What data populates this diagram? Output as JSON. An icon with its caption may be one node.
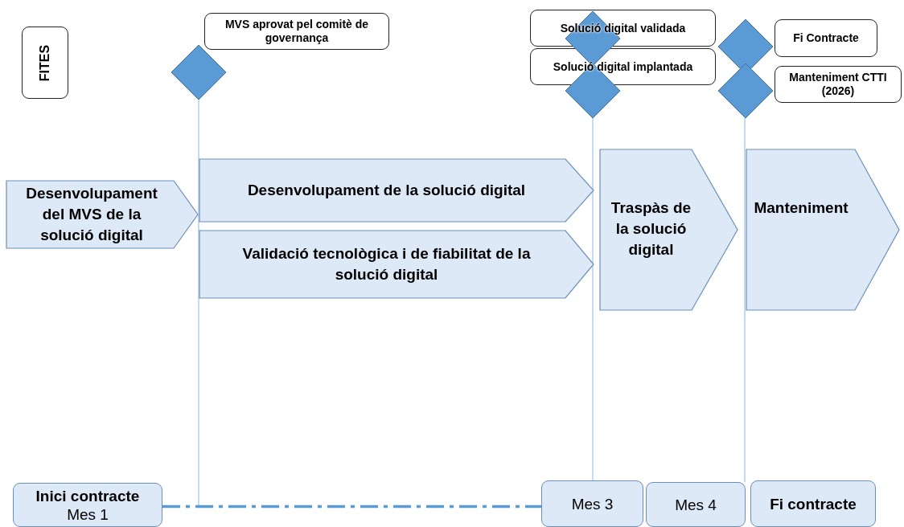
{
  "diagram": {
    "nodes": [
      {
        "text": [
          "FITES"
        ]
      },
      {
        "text": [
          "MVS aprovat pel comitè de governança"
        ]
      },
      {
        "text": [],
        "shape": "diamond"
      },
      {
        "text": [
          "Solució digital validada"
        ]
      },
      {
        "text": [],
        "shape": "diamond"
      },
      {
        "text": [
          "Solució digital implantada"
        ]
      },
      {
        "text": [],
        "shape": "diamond"
      },
      {
        "text": [
          "Fi Contracte"
        ]
      },
      {
        "text": [],
        "shape": "diamond"
      },
      {
        "text": [
          "Manteniment CTTI (2026)"
        ]
      },
      {
        "text": [],
        "shape": "diamond"
      },
      {
        "text": [
          "Desenvolupament del MVS de la solució digital"
        ]
      },
      {
        "text": [
          "Desenvolupament de la solució digital"
        ]
      },
      {
        "text": [
          "Validació tecnològica i de fiabilitat de la solució digital"
        ]
      },
      {
        "text": [
          "Traspàs de la solució digital"
        ]
      },
      {
        "text": [
          "Manteniment"
        ]
      },
      {
        "text": [
          "Inici contracte",
          "Mes 1"
        ]
      },
      {
        "text": [
          "Mes 3"
        ]
      },
      {
        "text": [
          "Mes 4"
        ]
      },
      {
        "text": [
          "Fi contracte"
        ]
      }
    ],
    "edges": [
      {
        "from": 2,
        "to": null,
        "arrow": "none"
      },
      {
        "from": 6,
        "to": 17,
        "arrow": "none"
      },
      {
        "from": 10,
        "to": 18,
        "arrow": "none"
      },
      {
        "from": 16,
        "to": 17,
        "arrow": "none",
        "style": "dashed",
        "color": "#5b9bd5"
      }
    ]
  }
}
